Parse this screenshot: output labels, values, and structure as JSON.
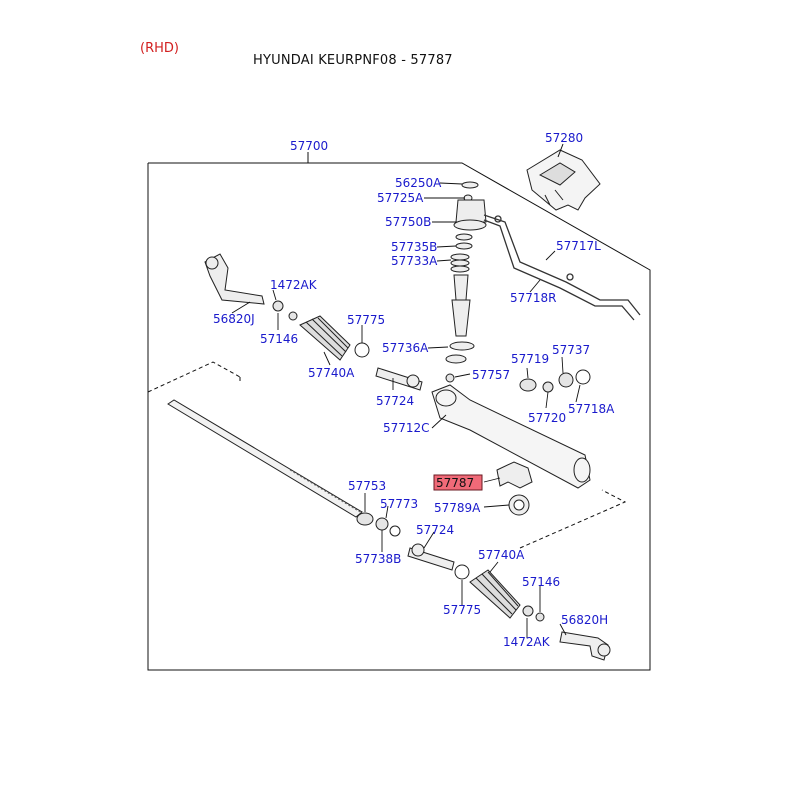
{
  "header": {
    "region": "(RHD)",
    "title": "HYUNDAI KEURPNF08 - 57787"
  },
  "colors": {
    "label": "#1a1acc",
    "line": "#111111",
    "highlight_fill": "#f06a78",
    "region": "#d22020"
  },
  "labels": {
    "assembly": "57700",
    "cover": "57280",
    "p56250A": "56250A",
    "p57725A": "57725A",
    "p57750B": "57750B",
    "p57735B": "57735B",
    "p57733A": "57733A",
    "p57717L": "57717L",
    "p57718R": "57718R",
    "p1472AK_l": "1472AK",
    "p56820J": "56820J",
    "p57146_l": "57146",
    "p57775_l": "57775",
    "p57740A_l": "57740A",
    "p57736A": "57736A",
    "p57719": "57719",
    "p57737": "57737",
    "p57757": "57757",
    "p57724_l": "57724",
    "p57720": "57720",
    "p57718A": "57718A",
    "p57712C": "57712C",
    "p57787": "57787",
    "p57789A": "57789A",
    "p57753": "57753",
    "p57773": "57773",
    "p57738B": "57738B",
    "p57724_r": "57724",
    "p57740A_r": "57740A",
    "p57775_r": "57775",
    "p57146_r": "57146",
    "p1472AK_r": "1472AK",
    "p56820H": "56820H"
  }
}
